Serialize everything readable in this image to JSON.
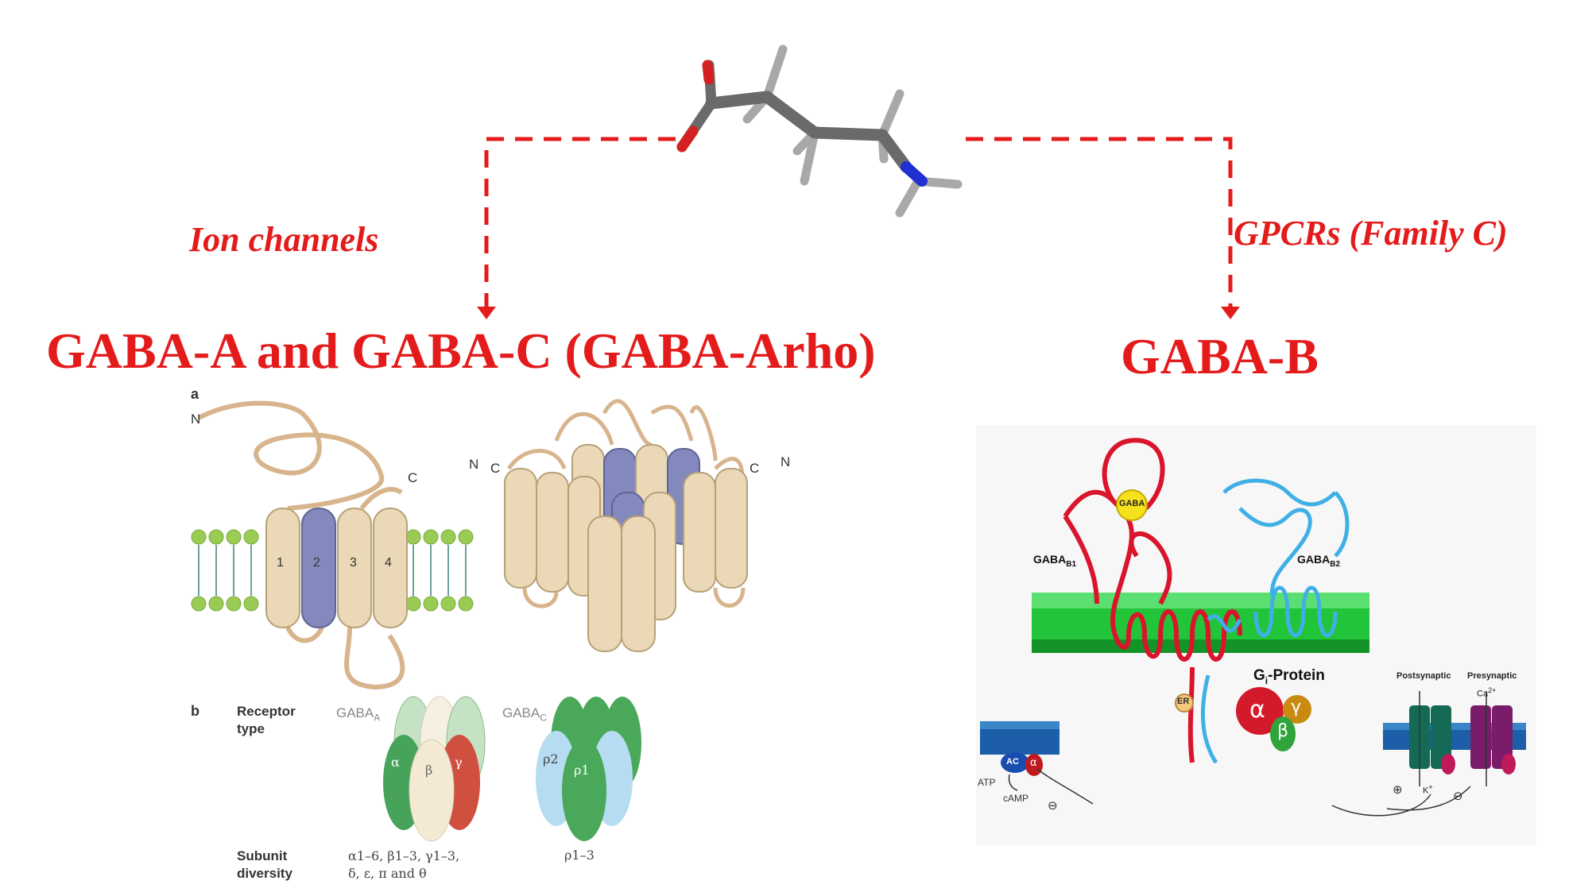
{
  "colors": {
    "accent_red": "#e41b1b",
    "membrane_green": "#22c43a",
    "subunit_blue": "#7f85b8",
    "subunit_tan": "#e6d4b0",
    "gaba_b1_red": "#d9142b",
    "gaba_b2_blue": "#3fb0e6"
  },
  "ion_channels_label": "Ion channels",
  "gpcr_label": "GPCRs (Family C)",
  "gaba_a_title": "GABA-A and GABA-C (GABA-Arho)",
  "gaba_b_title": "GABA-B",
  "panel_a": {
    "label": "a",
    "n1": "N",
    "c1": "C",
    "helix_numbers": [
      "1",
      "2",
      "3",
      "4"
    ],
    "n2": "N",
    "c2": "C",
    "c3": "C",
    "n3": "N"
  },
  "panel_b": {
    "label": "b",
    "receptor_type_label": "Receptor\ntype",
    "gaba_a_name": "GABA",
    "gaba_a_sub": "A",
    "gaba_c_name": "GABA",
    "gaba_c_sub": "C",
    "gaba_a_subunits": [
      "α",
      "β",
      "γ"
    ],
    "gaba_c_subunits": [
      "ρ2",
      "ρ1"
    ],
    "subunit_diversity_label": "Subunit\ndiversity",
    "gaba_a_diversity": "α1–6, β1–3, γ1–3,\nδ, ε, π and θ",
    "gaba_c_diversity": "ρ1–3"
  },
  "gaba_b_diagram": {
    "gaba_ligand": "GABA",
    "b1_label": "GABA",
    "b1_sub": "B1",
    "b2_label": "GABA",
    "b2_sub": "B2",
    "er_label": "ER",
    "gi_protein_label": "G",
    "gi_sub": "i",
    "gi_suffix": "-Protein",
    "alpha": "α",
    "beta": "β",
    "gamma": "γ",
    "ac_label": "AC",
    "ac_alpha": "α",
    "atp": "ATP",
    "camp": "cAMP",
    "minus1": "⊖",
    "postsynaptic": "Postsynaptic",
    "presynaptic": "Presynaptic",
    "ca_label": "Ca",
    "ca_sup": "2+",
    "k_label": "K",
    "k_sup": "+",
    "plus_sign": "⊕",
    "minus2": "⊖"
  }
}
